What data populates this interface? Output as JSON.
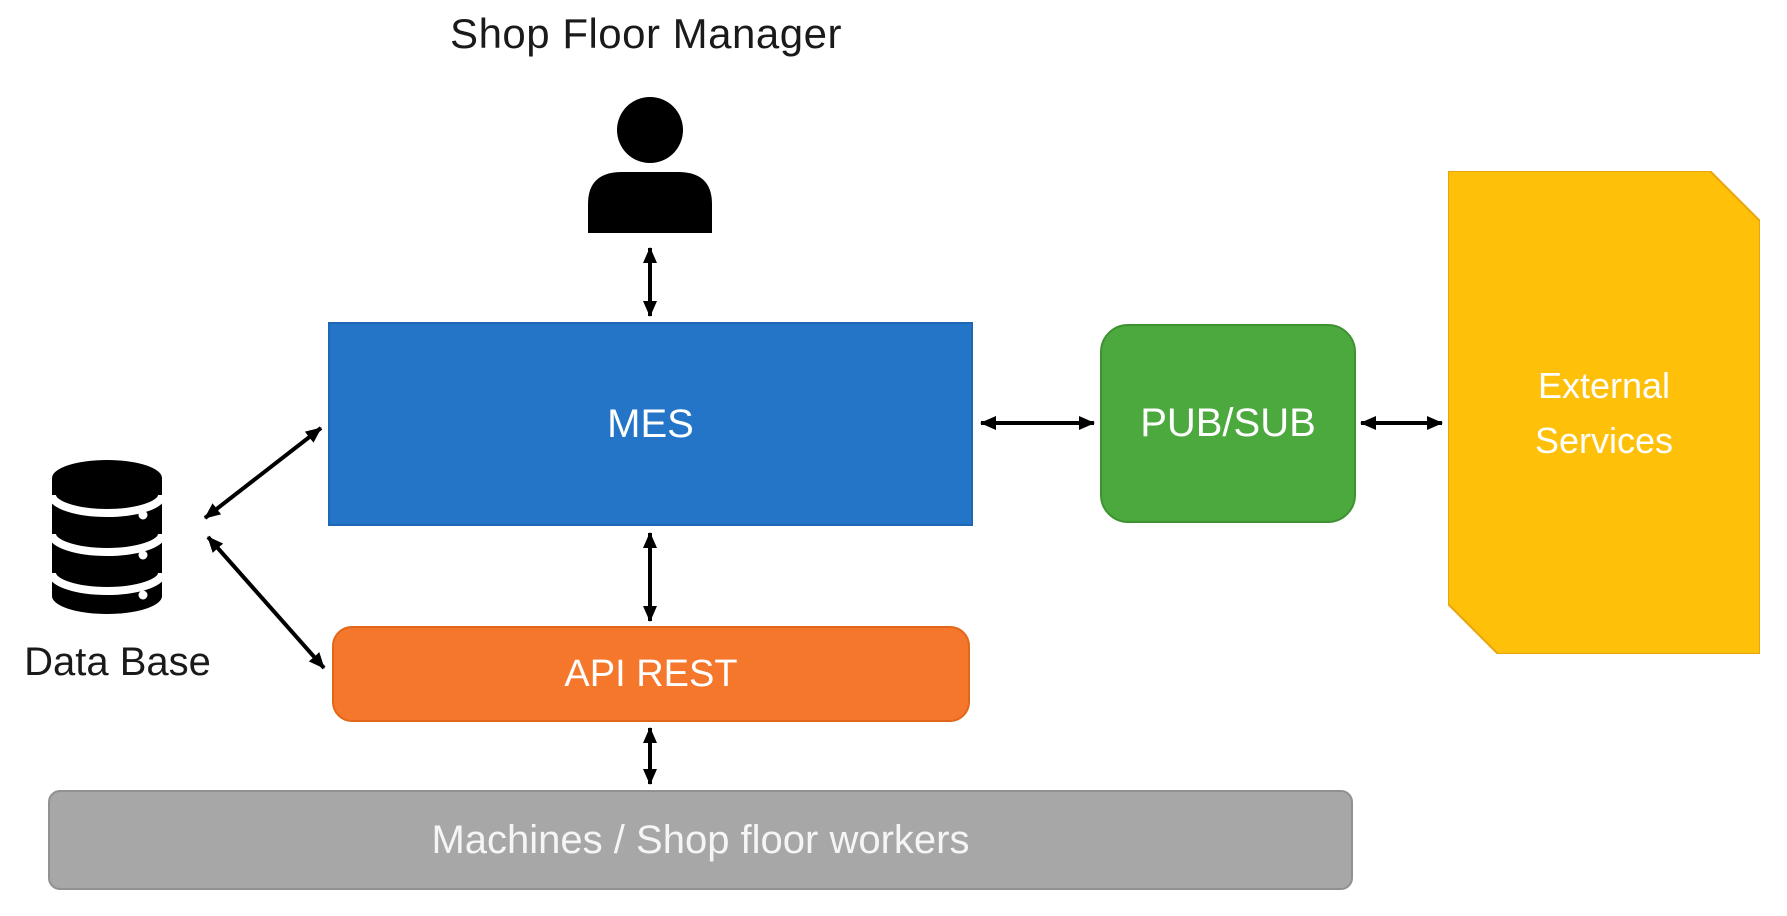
{
  "diagram": {
    "title": "Shop Floor Manager",
    "nodes": {
      "shop_floor_manager": {
        "label": "Shop Floor Manager",
        "icon": "person-icon",
        "color": "#000000"
      },
      "database": {
        "label": "Data Base",
        "icon": "database-icon",
        "color": "#000000"
      },
      "mes": {
        "label": "MES",
        "fill": "#2475C7",
        "border": "#1E68B3",
        "text_color": "#FFFFFF"
      },
      "api_rest": {
        "label": "API REST",
        "fill": "#F5772B",
        "border": "#E2661A",
        "text_color": "#FFFFFF"
      },
      "pub_sub": {
        "label": "PUB/SUB",
        "fill": "#4BA93E",
        "border": "#3E9232",
        "text_color": "#FFFFFF"
      },
      "external_services": {
        "label": "External\nServices",
        "fill": "#FFC00A",
        "border": "#E8A50C",
        "text_color": "#FFFFFF"
      },
      "machines_bar": {
        "label": "Machines / Shop floor workers",
        "fill": "#A7A7A7",
        "border": "#919191",
        "text_color": "#F5F5F5"
      }
    },
    "connections": [
      {
        "from": "shop_floor_manager",
        "to": "mes",
        "bidirectional": true
      },
      {
        "from": "database",
        "to": "mes",
        "bidirectional": true
      },
      {
        "from": "database",
        "to": "api_rest",
        "bidirectional": true
      },
      {
        "from": "mes",
        "to": "api_rest",
        "bidirectional": true
      },
      {
        "from": "mes",
        "to": "pub_sub",
        "bidirectional": true
      },
      {
        "from": "pub_sub",
        "to": "external_services",
        "bidirectional": true
      },
      {
        "from": "api_rest",
        "to": "machines_bar",
        "bidirectional": true
      }
    ],
    "arrow_color": "#000000",
    "background": "#FFFFFF"
  }
}
